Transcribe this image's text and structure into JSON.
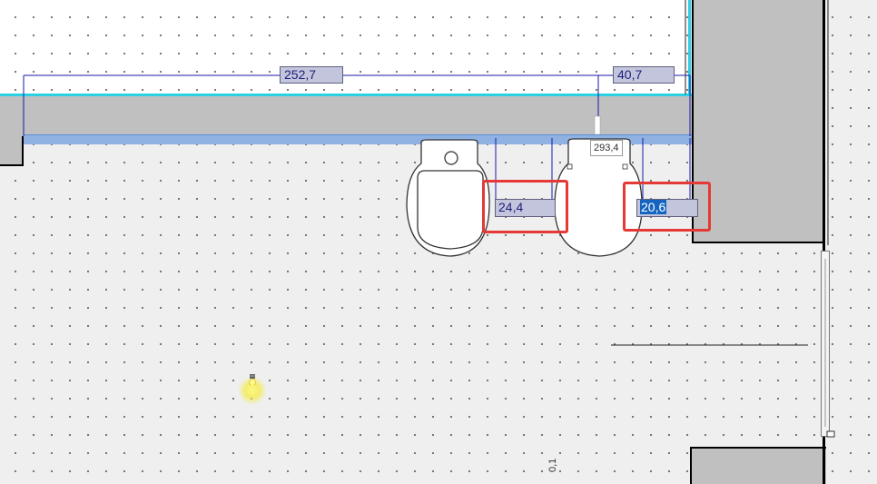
{
  "dimensions": {
    "top_left": "252,7",
    "top_right": "40,7",
    "bidet_gap": "24,4",
    "wc_gap": "20,6",
    "height_tooltip": "293,4"
  },
  "colors": {
    "wall": "#c0c0c0",
    "cyan_selection": "#2ad0e4",
    "dimension_line": "#1a1aa8",
    "dimension_box": "#c3c5dc",
    "highlight_red": "#e53935",
    "text_selection": "#1565c0"
  },
  "fixtures": {
    "bidet": "bidet-icon",
    "toilet": "toilet-icon",
    "light": "light-bulb-icon"
  },
  "floor_label_fragment": "0,1"
}
